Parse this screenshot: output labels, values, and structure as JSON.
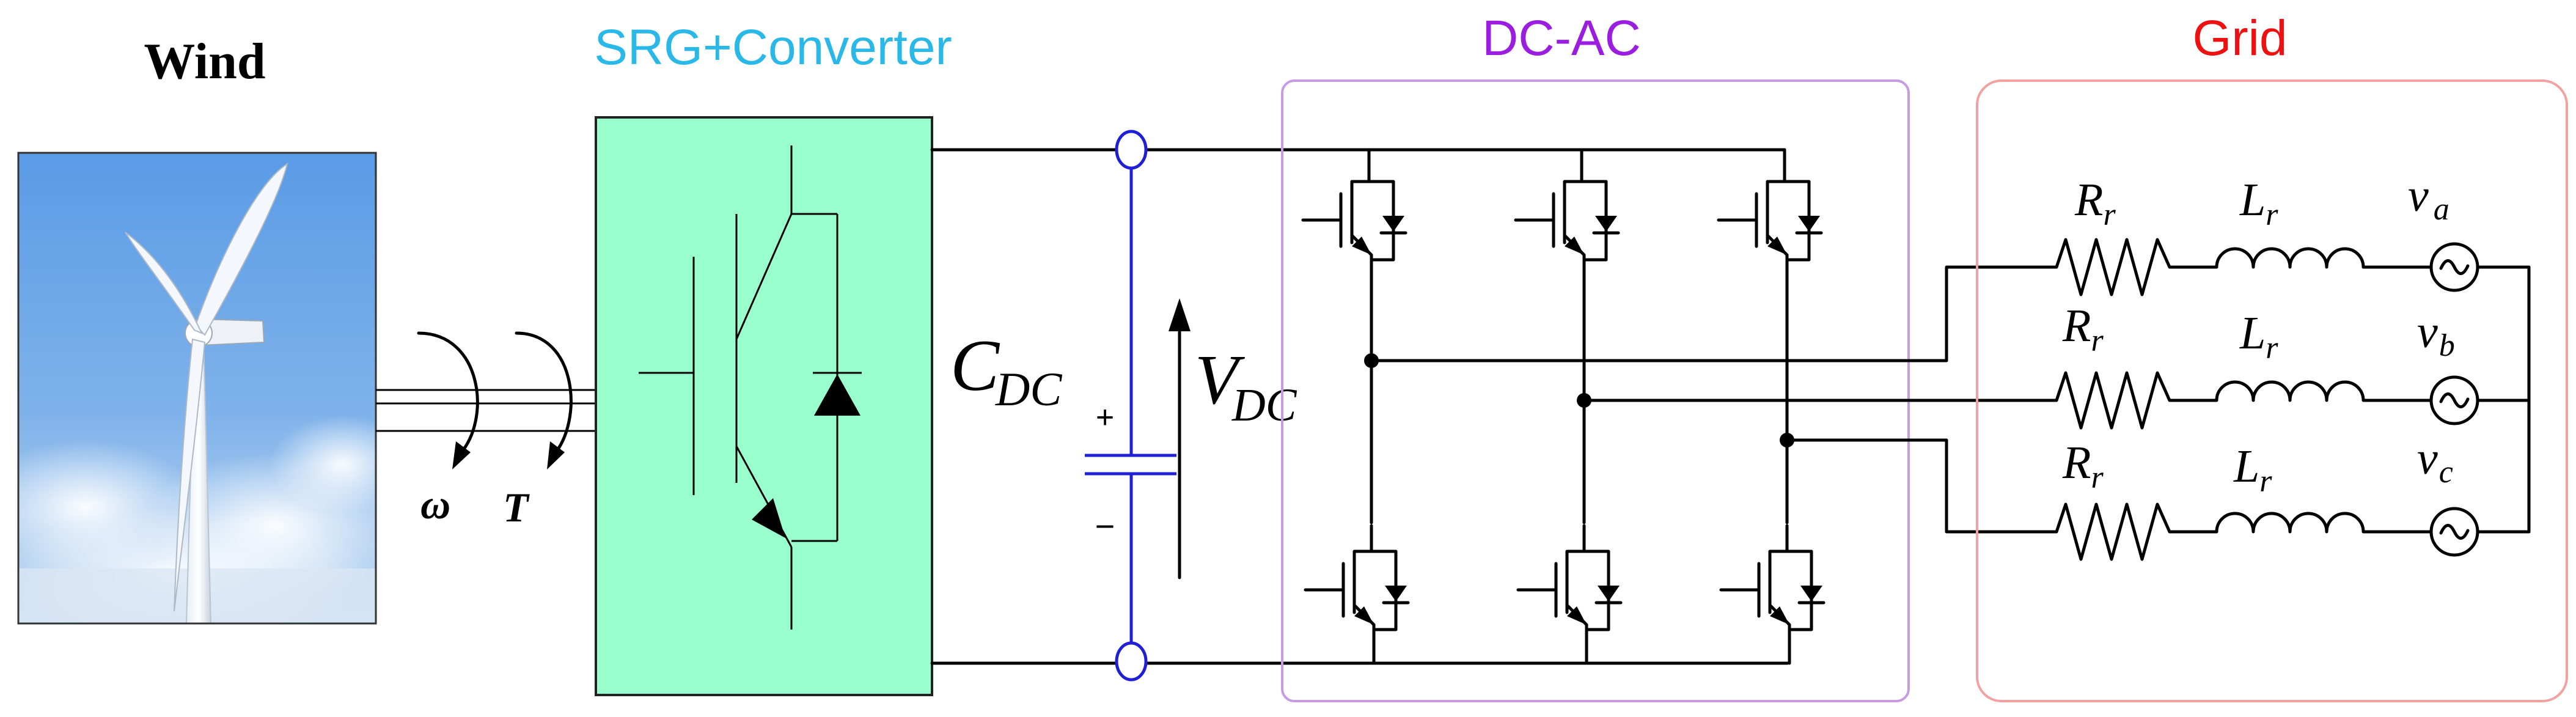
{
  "titles": {
    "wind": "Wind",
    "srg": "SRG+Converter",
    "dcac": "DC-AC",
    "grid": "Grid"
  },
  "labels": {
    "omega": "ω",
    "torque": "T",
    "cdc_main": "C",
    "cdc_sub": "DC",
    "vdc_main": "V",
    "vdc_sub": "DC",
    "plus": "+",
    "minus": "−"
  },
  "phases": [
    {
      "r_main": "R",
      "r_sub": "r",
      "l_main": "L",
      "l_sub": "r",
      "v_main": "v",
      "v_sub": "a"
    },
    {
      "r_main": "R",
      "r_sub": "r",
      "l_main": "L",
      "l_sub": "r",
      "v_main": "v",
      "v_sub": "b"
    },
    {
      "r_main": "R",
      "r_sub": "r",
      "l_main": "L",
      "l_sub": "r",
      "v_main": "v",
      "v_sub": "c"
    }
  ],
  "colors": {
    "wind_title": "#000000",
    "srg_title": "#29b8e8",
    "dcac_title": "#9b1de0",
    "grid_title": "#ee1111",
    "srg_box_fill": "#99ffcc",
    "dcac_box_stroke": "#c89ae6",
    "grid_box_stroke": "#f2a0a0",
    "dc_link_color": "#1f1fd6",
    "sky_top": "#5a9be6",
    "sky_bottom": "#b9d3ef"
  }
}
